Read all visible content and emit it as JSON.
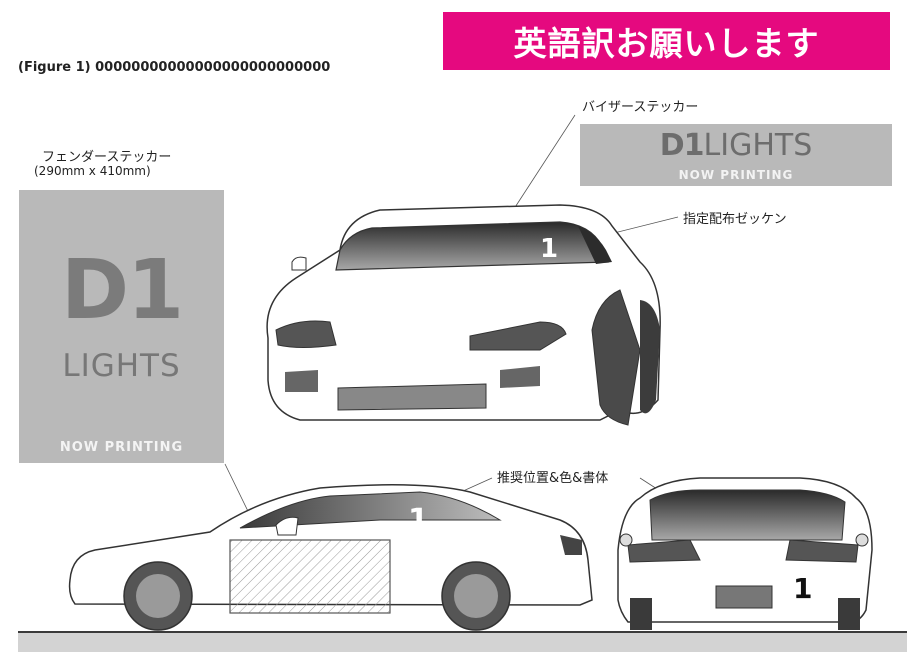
{
  "banner": {
    "text": "英語訳お願いします",
    "color": "#e5097f"
  },
  "figure_caption": "(Figure 1) 00000000000000000000000000",
  "labels": {
    "visor_sticker": "バイザーステッカー",
    "fender_sticker": "フェンダーステッカー",
    "fender_size": "(290mm x 410mm)",
    "number_sticker": "指定配布ゼッケン",
    "recommended": "推奨位置&色&書体"
  },
  "fender_sticker": {
    "brand_d1": "D1",
    "brand_lights": "LIGHTS",
    "status": "NOW PRINTING",
    "color": "#b9b9b9"
  },
  "visor_sticker": {
    "brand_d1": "D1",
    "brand_lights": "LIGHTS",
    "status": "NOW PRINTING",
    "color": "#b9b9b9"
  },
  "car_number": "1",
  "ground_color": "#d3d3d3"
}
